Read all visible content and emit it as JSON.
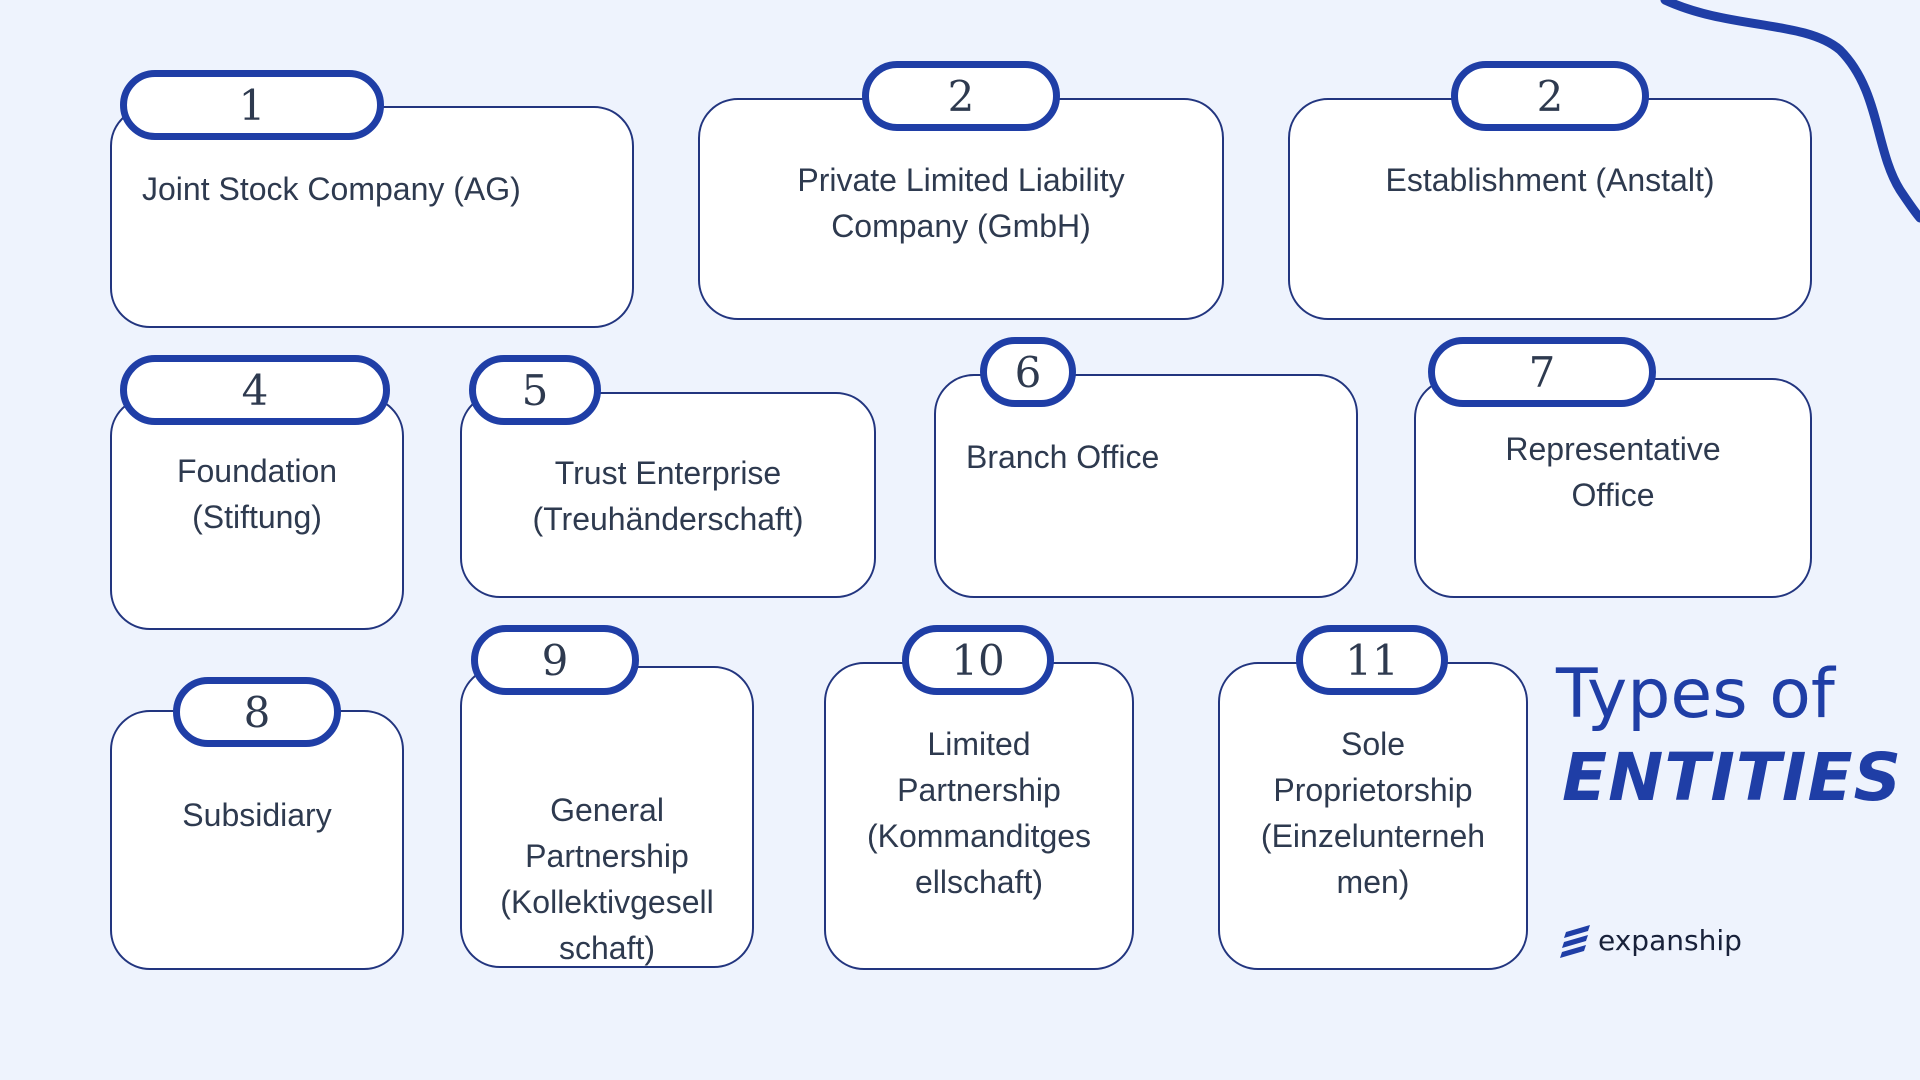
{
  "title": {
    "line1": "Types of",
    "line2": "ENTITIES"
  },
  "brand": {
    "name": "expanship"
  },
  "colors": {
    "background": "#eef3fd",
    "accent": "#1f3ea6",
    "text": "#2e3a4f"
  },
  "entities": [
    {
      "number": "1",
      "label": "Joint Stock Company (AG)"
    },
    {
      "number": "2",
      "label": "Private Limited Liability\nCompany (GmbH)"
    },
    {
      "number": "2",
      "label": "Establishment (Anstalt)"
    },
    {
      "number": "4",
      "label": "Foundation\n(Stiftung)"
    },
    {
      "number": "5",
      "label": "Trust Enterprise\n(Treuhänderschaft)"
    },
    {
      "number": "6",
      "label": "Branch Office"
    },
    {
      "number": "7",
      "label": "Representative\nOffice"
    },
    {
      "number": "8",
      "label": "Subsidiary"
    },
    {
      "number": "9",
      "label": "General\nPartnership\n(Kollektivgesell\nschaft)"
    },
    {
      "number": "10",
      "label": "Limited\nPartnership\n(Kommanditges\nellschaft)"
    },
    {
      "number": "11",
      "label": "Sole\nProprietorship\n(Einzelunterneh\nmen)"
    }
  ]
}
